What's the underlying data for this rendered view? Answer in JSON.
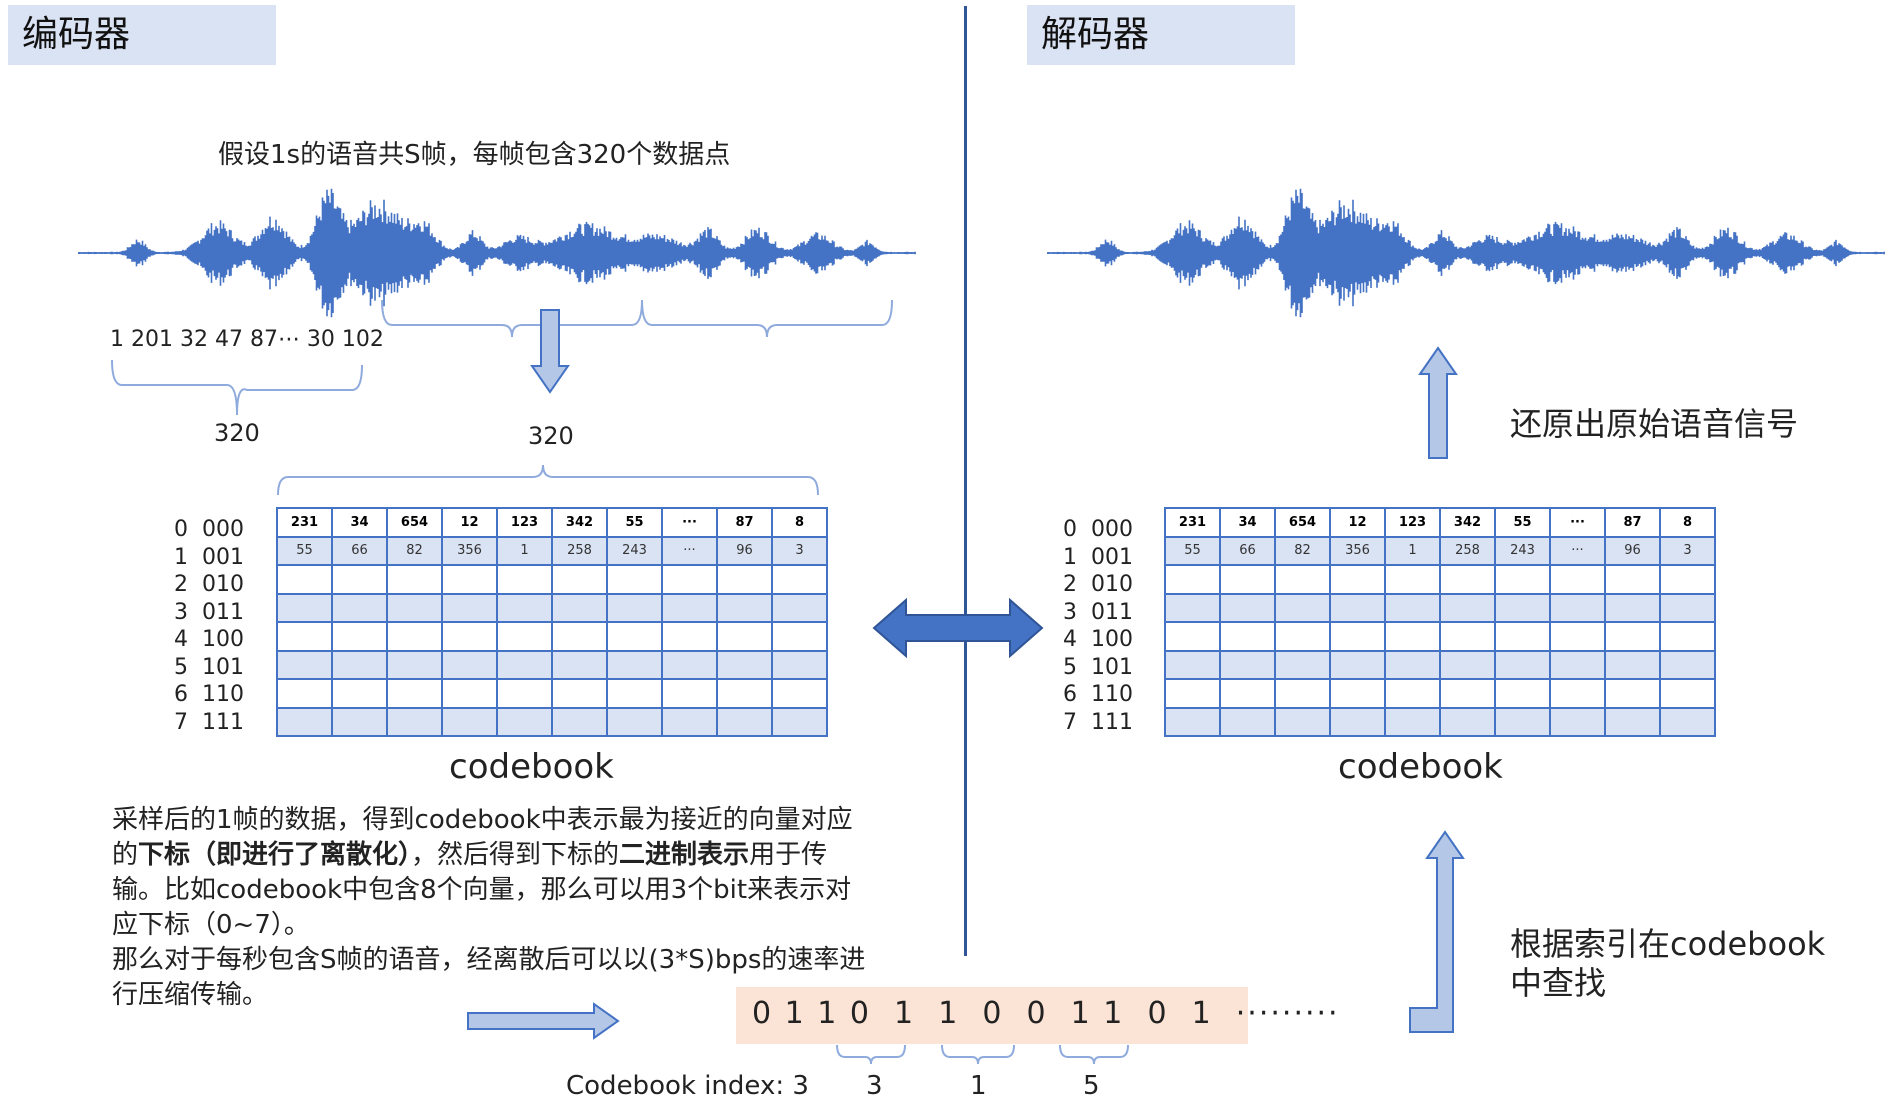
{
  "encoder": {
    "header": "编码器",
    "caption": "假设1s的语音共S帧，每帧包含320个数据点",
    "sample_values": "1  201  32 47  87⋯  30 102",
    "brace_label_left": "320",
    "brace_label_top": "320",
    "row_labels": "0  000\n1  001\n2  010\n3  011\n4  100\n5  101\n6  110\n7  111",
    "codebook_label": "codebook",
    "paragraph": {
      "p1": "采样后的1帧的数据，得到codebook中表示最为接近的向量对应的",
      "p1_bold": "下标（即进行了离散化）",
      "p2": "，然后得到下标的",
      "p2_bold": "二进制表示",
      "p3": "用于传输。比如codebook中包含8个向量，那么可以用3个bit来表示对应下标（0~7）。",
      "p4": "那么对于每秒包含S帧的语音，经离散后可以以(3*S)bps的速率进行压缩传输。"
    },
    "bitstream": "0 1 1 0  1  1  0  0  1 1  0  1  ·········",
    "codebook_index_label": "Codebook index: 3",
    "index_values": [
      "3",
      "1",
      "5"
    ]
  },
  "decoder": {
    "header": "解码器",
    "restore_label": "还原出原始语音信号",
    "lookup_label_line1": "根据索引在codebook",
    "lookup_label_line2": "中查找",
    "row_labels": "0  000\n1  001\n2  010\n3  011\n4  100\n5  101\n6  110\n7  111",
    "codebook_label": "codebook"
  },
  "codebook": {
    "row0": [
      "231",
      "34",
      "654",
      "12",
      "123",
      "342",
      "55",
      "···",
      "87",
      "8"
    ],
    "row1": [
      "55",
      "66",
      "82",
      "356",
      "1",
      "258",
      "243",
      "···",
      "96",
      "3"
    ]
  },
  "colors": {
    "wave": "#4472c4",
    "header_bg": "#dae3f3",
    "bit_bg": "#fbe4d5",
    "arrow_fill": "#b4c7e7",
    "arrow_stroke": "#4472c4"
  }
}
